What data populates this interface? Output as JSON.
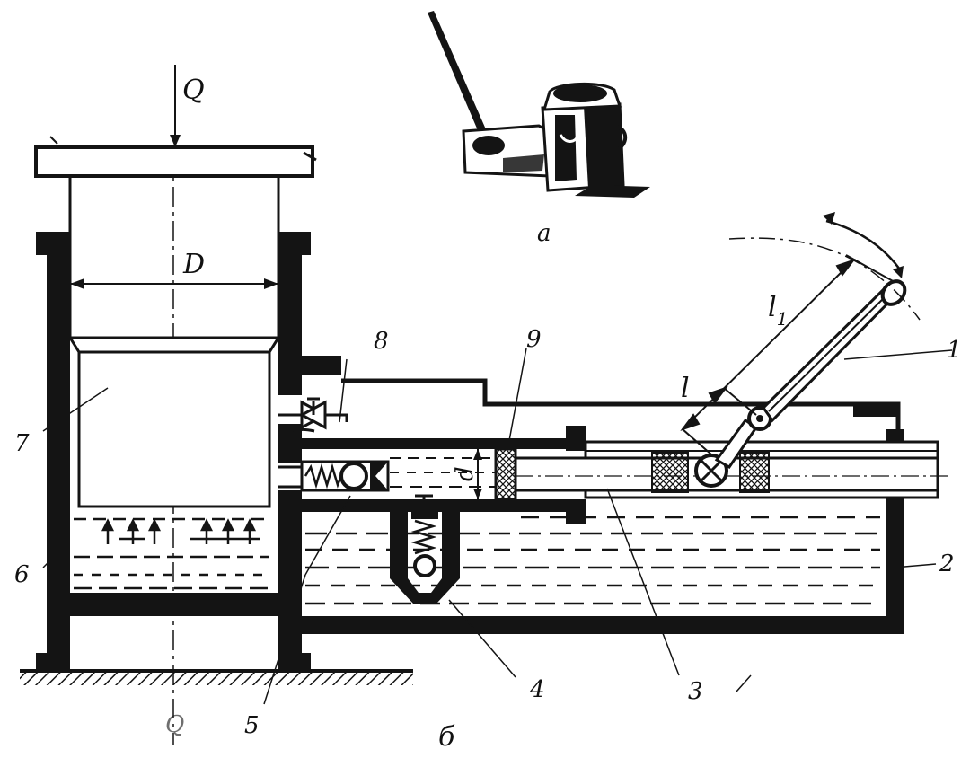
{
  "colors": {
    "ink": "#141414",
    "paper": "#ffffff",
    "hatch": "#333333"
  },
  "labels": {
    "load": "Q",
    "load_bottom": "Q",
    "diameter_big": "D",
    "diameter_small": "d",
    "lever_long": "l",
    "lever_long_sub": "1",
    "lever_short": "l",
    "fig_a": "a",
    "fig_b": "б",
    "part_1": "1",
    "part_2": "2",
    "part_3": "3",
    "part_4": "4",
    "part_5": "5",
    "part_6": "6",
    "part_7": "7",
    "part_8": "8",
    "part_9": "9"
  }
}
